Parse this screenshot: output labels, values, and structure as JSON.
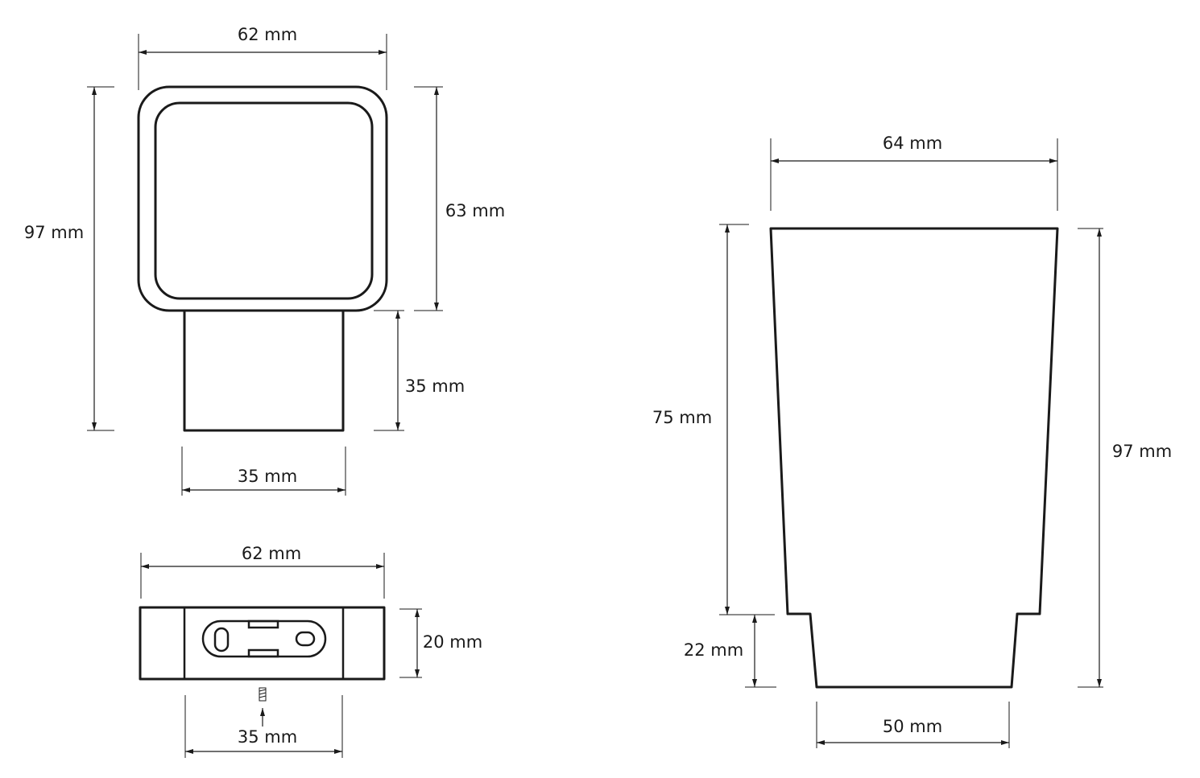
{
  "colors": {
    "line": "#1a1a1a",
    "background": "#ffffff"
  },
  "front_view": {
    "width_label": "62 mm",
    "total_height_label": "97 mm",
    "head_height_label": "63 mm",
    "base_height_label": "35 mm",
    "base_width_label": "35 mm"
  },
  "bottom_view": {
    "width_label": "62 mm",
    "height_label": "20 mm",
    "base_width_label": "35 mm",
    "icons": [
      "screw-icon",
      "arrow-up-icon"
    ]
  },
  "cup_view": {
    "top_width_label": "64 mm",
    "body_height_label": "75 mm",
    "total_height_label": "97 mm",
    "foot_height_label": "22 mm",
    "bottom_width_label": "50 mm"
  }
}
